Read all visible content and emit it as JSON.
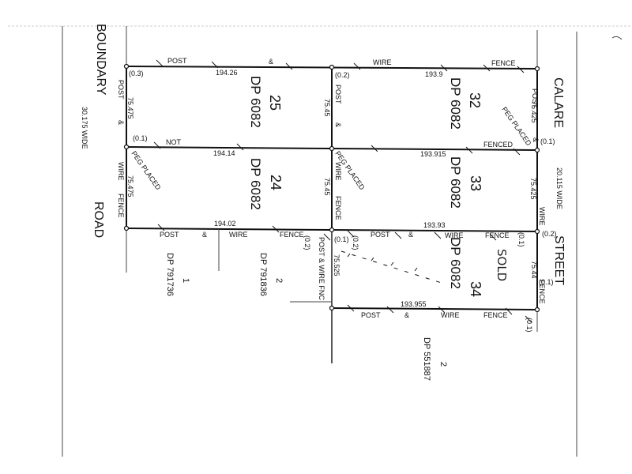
{
  "roads": {
    "boundary_road_1": "BOUNDARY",
    "boundary_road_2": "ROAD",
    "boundary_road_width": "30.175 WIDE",
    "calare_street_1": "CALARE",
    "calare_street_2": "STREET",
    "calare_street_width": "20.115 WIDE"
  },
  "lots": [
    {
      "lot": "25",
      "dp": "DP 6082"
    },
    {
      "lot": "24",
      "dp": "DP 6082"
    },
    {
      "lot": "32",
      "dp": "DP 6082"
    },
    {
      "lot": "33",
      "dp": "DP 6082"
    },
    {
      "lot": "34",
      "dp": "DP 6082",
      "note": "SOLD"
    }
  ],
  "adjacent_lots": [
    {
      "lot": "1",
      "dp": "DP 791736"
    },
    {
      "lot": "2",
      "dp": "DP 791836"
    },
    {
      "lot": "2",
      "dp": "DP 551887"
    }
  ],
  "dimensions": {
    "top_left": "194.26",
    "top_right": "193.9",
    "mid_left": "194.14",
    "mid_right": "193.915",
    "bottom_left": "194.02",
    "bottom_right": "193.93",
    "lot34_bottom": "193.955",
    "left_upper": "75.475",
    "left_lower": "75.475",
    "centre_upper": "75.45",
    "centre_lower": "75.45",
    "right_upper": "75.425",
    "right_middle": "75.425",
    "right_lower": "75.44",
    "lot34_left": "75.525"
  },
  "offsets": {
    "a": "(0.3)",
    "b": "(0.2)",
    "c": "(0.1)",
    "d": "(0.1)",
    "e": "(0.2)",
    "f": "(0.2)",
    "g": "(0.1)",
    "h": "(0.1)",
    "i": "(0.2)",
    "j": "(0.1)",
    "k": "(0.1)"
  },
  "fence_notes": {
    "post": "POST",
    "and": "&",
    "wire": "WIRE",
    "fence": "FENCE",
    "not": "NOT",
    "fenced": "FENCED",
    "peg_placed": "PEG PLACED",
    "post_wire_fnc": "POST & WIRE FNC"
  },
  "colors": {
    "linework": "#111111",
    "background": "#ffffff"
  }
}
